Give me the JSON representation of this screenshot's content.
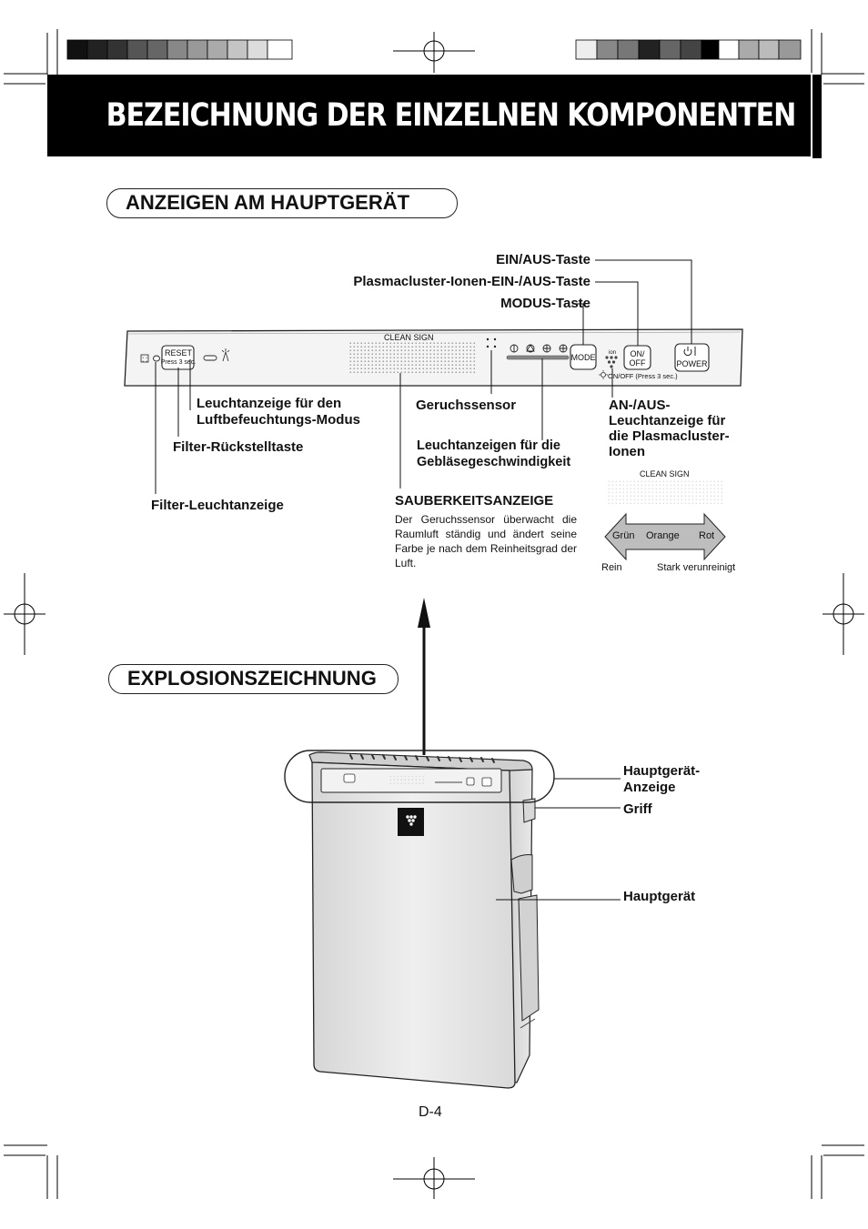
{
  "header": {
    "title": "BEZEICHNUNG DER EINZELNEN KOMPONENTEN"
  },
  "sections": {
    "display": "ANZEIGEN AM HAUPTGERÄT",
    "exploded": "EXPLOSIONSZEICHNUNG"
  },
  "callouts": {
    "power_button": "EIN/AUS-Taste",
    "plasma_button": "Plasmacluster-Ionen-EIN-/AUS-Taste",
    "mode_button": "MODUS-Taste",
    "humid_lamp_line1": "Leuchtanzeige für den",
    "humid_lamp_line2": "Luftbefeuchtungs-Modus",
    "filter_reset": "Filter-Rückstelltaste",
    "filter_lamp": "Filter-Leuchtanzeige",
    "odor_sensor": "Geruchssensor",
    "fan_lamps_line1": "Leuchtanzeigen für die",
    "fan_lamps_line2": "Gebläsegeschwindigkeit",
    "plasma_lamp_line1": "AN-/AUS-",
    "plasma_lamp_line2": "Leuchtanzeige für",
    "plasma_lamp_line3": "die Plasmacluster-",
    "plasma_lamp_line4": "Ionen",
    "clean_sign_heading": "SAUBERKEITSANZEIGE",
    "clean_sign_desc": "Der Geruchssensor überwacht die Raumluft ständig und ändert seine Farbe je nach dem Reinheitsgrad der Luft."
  },
  "panel": {
    "reset_line1": "RESET",
    "reset_line2": "Press 3 sec.",
    "clean_sign": "CLEAN SIGN",
    "mode": "MODE",
    "onoff_line1": "ON/",
    "onoff_line2": "OFF",
    "onoff_hint": "ON/OFF (Press 3 sec.)",
    "power": "POWER",
    "ion_label": "ion"
  },
  "legend": {
    "clean_sign": "CLEAN SIGN",
    "green": "Grün",
    "orange": "Orange",
    "red": "Rot",
    "clean": "Rein",
    "dirty": "Stark verunreinigt"
  },
  "unit_callouts": {
    "display": "Hauptgerät-",
    "display2": "Anzeige",
    "handle": "Griff",
    "unit": "Hauptgerät"
  },
  "footer": {
    "page": "D-4"
  },
  "colors": {
    "title_bg": "#000000",
    "title_text": "#ffffff",
    "panel_bg": "#f2f2f2",
    "unit_body": "#e6e6e6"
  },
  "icons": [
    "registration-mark-icon",
    "power-symbol-icon",
    "fan-icon",
    "plasmacluster-icon",
    "humidify-icon",
    "filter-icon",
    "sharp-logo-icon"
  ]
}
